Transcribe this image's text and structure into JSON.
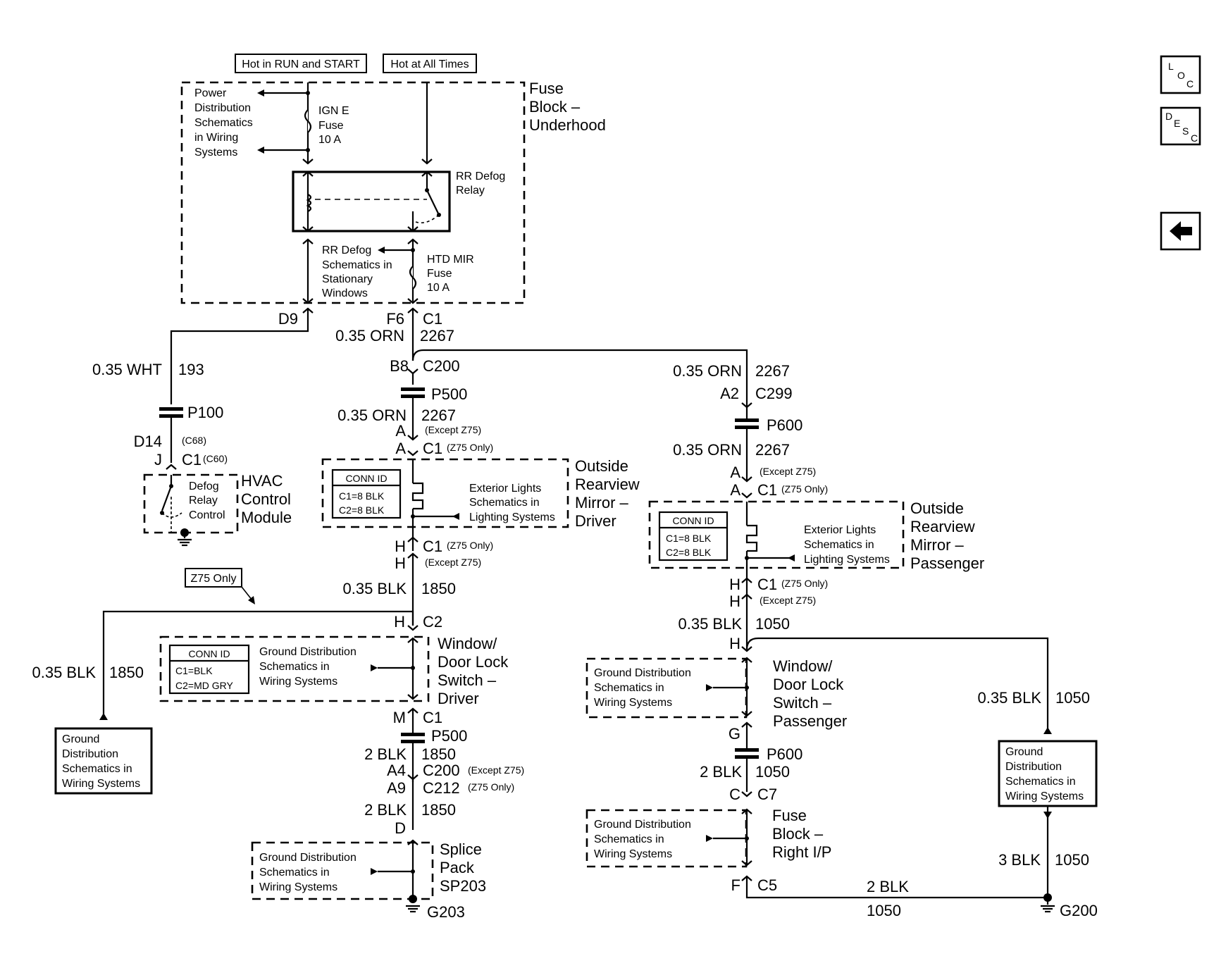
{
  "header_tags": {
    "hot_run_start": "Hot in RUN and START",
    "hot_all_times": "Hot at All Times",
    "z75_only": "Z75 Only"
  },
  "nav": {
    "loc": {
      "a": "L",
      "b": "O",
      "c": "C"
    },
    "desc": {
      "a": "D",
      "b": "E",
      "c": "S",
      "d": "C"
    }
  },
  "fuse_block_underhood": {
    "title": [
      "Fuse",
      "Block –",
      "Underhood"
    ],
    "power_dist": [
      "Power",
      "Distribution",
      "Schematics",
      "in Wiring",
      "Systems"
    ],
    "ign_fuse": [
      "IGN E",
      "Fuse",
      "10 A"
    ],
    "relay": [
      "RR Defog",
      "Relay"
    ],
    "rr_defog_ref": [
      "RR Defog",
      "Schematics in",
      "Stationary",
      "Windows"
    ],
    "htd_fuse": [
      "HTD MIR",
      "Fuse",
      "10 A"
    ]
  },
  "left_branch": {
    "pin_d9": "D9",
    "wire_size": "0.35 WHT",
    "circuit": "193",
    "p100": "P100",
    "d14": "D14",
    "c68": "(C68)",
    "pin_j": "J",
    "c1": "C1",
    "c60": "(C60)",
    "defog_ctrl": [
      "Defog",
      "Relay",
      "Control"
    ],
    "hvac": [
      "HVAC",
      "Control",
      "Module"
    ]
  },
  "center_branch": {
    "f6": "F6",
    "c1": "C1",
    "wire1": "0.35 ORN",
    "circ1": "2267",
    "b8": "B8",
    "c200": "C200",
    "p500": "P500",
    "wire2": "0.35 ORN",
    "circ2": "2267",
    "a1": "A",
    "except_z75": "(Except Z75)",
    "a2": "A",
    "c1b": "C1",
    "z75_only": "(Z75 Only)",
    "conn_id": {
      "title": "CONN ID",
      "c1": "C1=8 BLK",
      "c2": "C2=8 BLK"
    },
    "ext_lights": [
      "Exterior Lights",
      "Schematics in",
      "Lighting Systems"
    ],
    "mirror": [
      "Outside",
      "Rearview",
      "Mirror –",
      "Driver"
    ],
    "h1": "H",
    "c1c": "C1",
    "z75_only_b": "(Z75 Only)",
    "h2": "H",
    "except_z75_b": "(Except Z75)",
    "wire3": "0.35 BLK",
    "circ3": "1850",
    "h3": "H",
    "c2": "C2",
    "conn_id2": {
      "title": "CONN ID",
      "c1": "C1=BLK",
      "c2": "C2=MD GRY"
    },
    "gnd_ref": [
      "Ground Distribution",
      "Schematics in",
      "Wiring Systems"
    ],
    "switch": [
      "Window/",
      "Door Lock",
      "Switch –",
      "Driver"
    ],
    "m": "M",
    "c1d": "C1",
    "p500b": "P500",
    "wire4": "2 BLK",
    "circ4": "1850",
    "a4": "A4",
    "c200b": "C200",
    "except_z75_c": "(Except Z75)",
    "a9": "A9",
    "c212": "C212",
    "z75_only_c": "(Z75 Only)",
    "wire5": "2 BLK",
    "circ5": "1850",
    "d": "D",
    "gnd_ref2": [
      "Ground Distribution",
      "Schematics in",
      "Wiring Systems"
    ],
    "splice": [
      "Splice",
      "Pack",
      "SP203"
    ],
    "g203": "G203"
  },
  "far_left": {
    "wire": "0.35 BLK",
    "circ": "1850",
    "gnd_box": [
      "Ground",
      "Distribution",
      "Schematics in",
      "Wiring Systems"
    ]
  },
  "right_branch": {
    "wire1": "0.35 ORN",
    "circ1": "2267",
    "a2": "A2",
    "c299": "C299",
    "p600": "P600",
    "wire2": "0.35 ORN",
    "circ2": "2267",
    "a1": "A",
    "except_z75": "(Except Z75)",
    "a2b": "A",
    "c1": "C1",
    "z75_only": "(Z75 Only)",
    "conn_id": {
      "title": "CONN ID",
      "c1": "C1=8 BLK",
      "c2": "C2=8 BLK"
    },
    "ext_lights": [
      "Exterior Lights",
      "Schematics in",
      "Lighting Systems"
    ],
    "mirror": [
      "Outside",
      "Rearview",
      "Mirror –",
      "Passenger"
    ],
    "h1": "H",
    "c1b": "C1",
    "z75_only_b": "(Z75 Only)",
    "h2": "H",
    "except_z75_b": "(Except Z75)",
    "wire3": "0.35 BLK",
    "circ3": "1050",
    "h3": "H",
    "gnd_ref": [
      "Ground Distribution",
      "Schematics in",
      "Wiring Systems"
    ],
    "switch": [
      "Window/",
      "Door Lock",
      "Switch –",
      "Passenger"
    ],
    "g": "G",
    "p600b": "P600",
    "wire4": "2 BLK",
    "circ4": "1050",
    "c": "C",
    "c7": "C7",
    "gnd_ref2": [
      "Ground Distribution",
      "Schematics in",
      "Wiring Systems"
    ],
    "fuse_rip": [
      "Fuse",
      "Block –",
      "Right I/P"
    ],
    "f": "F",
    "c5": "C5",
    "wire5": "2 BLK",
    "circ5": "1050"
  },
  "far_right": {
    "wire1": "0.35 BLK",
    "circ1": "1050",
    "gnd_box": [
      "Ground",
      "Distribution",
      "Schematics in",
      "Wiring Systems"
    ],
    "wire2": "3 BLK",
    "circ2": "1050",
    "g200": "G200"
  }
}
